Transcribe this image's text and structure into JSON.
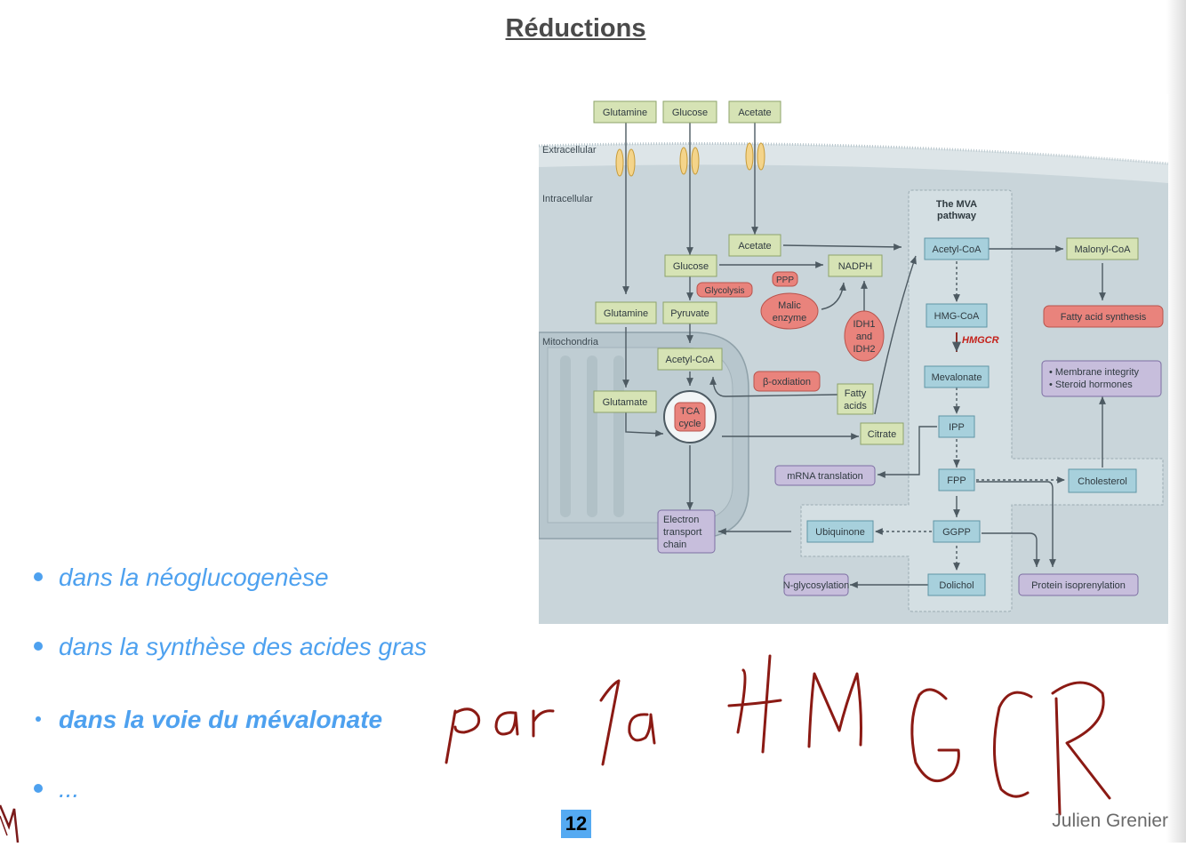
{
  "title": "Réductions",
  "bullets": [
    {
      "text": "dans la néoglucogenèse"
    },
    {
      "text": "dans la synthèse des acides gras"
    },
    {
      "text": "dans la voie du mévalonate"
    },
    {
      "text": "..."
    }
  ],
  "handwritten_annotation": "par la HMGCR",
  "page_number": "12",
  "author": "Julien Grenier",
  "colors": {
    "bullet_text": "#4ea1ef",
    "page_badge": "#55aaf2",
    "handwriting": "#8b1a14",
    "substrate_box": "#d6e3b5",
    "mva_box": "#a7d0dc",
    "process_box": "#c7bedc",
    "enzyme_box": "#e9837c",
    "cell_interior": "#c9d5da"
  },
  "figure": {
    "extracellular": "Extracellular",
    "intracellular": "Intracellular",
    "mitochondria": "Mitochondria",
    "mva_title_1": "The MVA",
    "mva_title_2": "pathway",
    "glutamine_top": "Glutamine",
    "glucose_top": "Glucose",
    "acetate_top": "Acetate",
    "acetate_in": "Acetate",
    "glucose_in": "Glucose",
    "nadph": "NADPH",
    "ppp": "PPP",
    "glycolysis": "Glycolysis",
    "malic_1": "Malic",
    "malic_2": "enzyme",
    "idh_1": "IDH1",
    "idh_2": "and",
    "idh_3": "IDH2",
    "glutamine_in": "Glutamine",
    "pyruvate": "Pyruvate",
    "acetyl_coa_mito": "Acetyl-CoA",
    "beta_oxidation": "β-oxdiation",
    "fatty_1": "Fatty",
    "fatty_2": "acids",
    "glutamate": "Glutamate",
    "tca_1": "TCA",
    "tca_2": "cycle",
    "citrate": "Citrate",
    "etc_1": "Electron",
    "etc_2": "transport",
    "etc_3": "chain",
    "acetyl_coa_mva": "Acetyl-CoA",
    "malonyl_coa": "Malonyl-CoA",
    "hmg_coa": "HMG-CoA",
    "fatty_acid_synthesis": "Fatty acid synthesis",
    "hmgcr": "HMGCR",
    "mevalonate": "Mevalonate",
    "membrane_1": "• Membrane integrity",
    "membrane_2": "• Steroid hormones",
    "ipp": "IPP",
    "mrna": "mRNA translation",
    "fpp": "FPP",
    "cholesterol": "Cholesterol",
    "ubiquinone": "Ubiquinone",
    "ggpp": "GGPP",
    "n_glyco": "N-glycosylation",
    "dolichol": "Dolichol",
    "protein_prenyl": "Protein isoprenylation"
  }
}
